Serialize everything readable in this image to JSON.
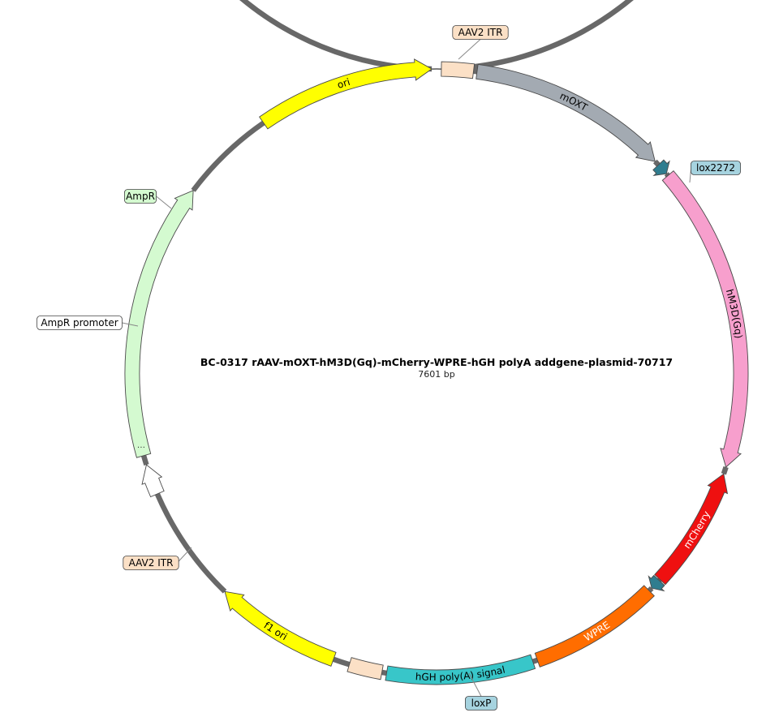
{
  "title": "BC-0317   rAAV-mOXT-hM3D(Gq)-mCherry-WPRE-hGH polyA   addgene-plasmid-70717",
  "length_label": "7601 bp",
  "features": [
    {
      "id": "aav2-itr-top",
      "label": "AAV2 ITR",
      "type": "box",
      "start": 0.2,
      "end": 1.55,
      "color": "#fbe0c6",
      "labelMode": "callout"
    },
    {
      "id": "moxt",
      "label": "mOXT",
      "type": "arrow",
      "dir": 1,
      "start": 1.7,
      "end": 10.2,
      "color": "#a3aab2",
      "textColor": "#000000",
      "labelMode": "inside"
    },
    {
      "id": "lox2272-site",
      "label": "lox2272",
      "type": "tiny",
      "dir": 1,
      "start": 10.4,
      "end": 10.9,
      "color": "#2f7d8f",
      "labelMode": "callout"
    },
    {
      "id": "hm3dgq",
      "label": "hM3D(Gq)",
      "type": "arrow",
      "dir": 1,
      "start": 11.0,
      "end": 24.0,
      "color": "#f79fcd",
      "textColor": "#000000",
      "labelMode": "inside"
    },
    {
      "id": "mcherry",
      "label": "mCherry",
      "type": "arrow",
      "dir": -1,
      "start": 24.3,
      "end": 29.5,
      "color": "#ef1010",
      "textColor": "#ffffff",
      "labelMode": "inside"
    },
    {
      "id": "loxp-site",
      "label": "loxP",
      "type": "tiny",
      "dir": 1,
      "start": 29.55,
      "end": 30.0,
      "color": "#2f7d8f",
      "labelMode": "callout"
    },
    {
      "id": "wpre",
      "label": "WPRE",
      "type": "box",
      "start": 30.15,
      "end": 35.7,
      "color": "#ff6d00",
      "textColor": "#ffffff",
      "labelMode": "inside"
    },
    {
      "id": "hgh-polya",
      "label": "hGH poly(A) signal",
      "type": "box",
      "start": 35.9,
      "end": 42.1,
      "color": "#38c6c9",
      "textColor": "#000000",
      "labelMode": "inside"
    },
    {
      "id": "aav2-itr-bottom",
      "label": "AAV2 ITR",
      "type": "box",
      "start": 42.3,
      "end": 43.7,
      "color": "#fbe0c6",
      "labelMode": "callout"
    },
    {
      "id": "f1-ori",
      "label": "f1 ori",
      "type": "arrow",
      "dir": 1,
      "start": 44.4,
      "end": 49.8,
      "color": "#ffff00",
      "textColor": "#000000",
      "labelMode": "inside"
    },
    {
      "id": "ampr-promoter",
      "label": "AmpR promoter",
      "type": "arrow",
      "dir": 1,
      "start": 54.8,
      "end": 56.1,
      "color": "#ffffff",
      "labelMode": "callout"
    },
    {
      "id": "ampr",
      "label": "AmpR",
      "type": "arrow",
      "dir": 1,
      "start": 56.5,
      "end": 68.2,
      "color": "#d4fad0",
      "labelMode": "callout"
    },
    {
      "id": "ori",
      "label": "ori",
      "type": "arrow",
      "dir": 1,
      "start": 72.3,
      "end": 79.8,
      "color": "#ffff00",
      "textColor": "#000000",
      "labelMode": "inside"
    }
  ],
  "callouts": [
    {
      "feature": "aav2-itr-top",
      "text": "AAV2 ITR",
      "fill": "#fbe0c6"
    },
    {
      "feature": "lox2272-site",
      "text": "lox2272",
      "fill": "#a6d3df"
    },
    {
      "feature": "loxp-site",
      "text": "loxP",
      "fill": "#a6d3df"
    },
    {
      "feature": "aav2-itr-bottom",
      "text": "AAV2 ITR",
      "fill": "#fbe0c6"
    },
    {
      "feature": "ampr-promoter",
      "text": "AmpR promoter",
      "fill": "#ffffff"
    },
    {
      "feature": "ampr",
      "text": "AmpR",
      "fill": "#d4fad0"
    }
  ]
}
